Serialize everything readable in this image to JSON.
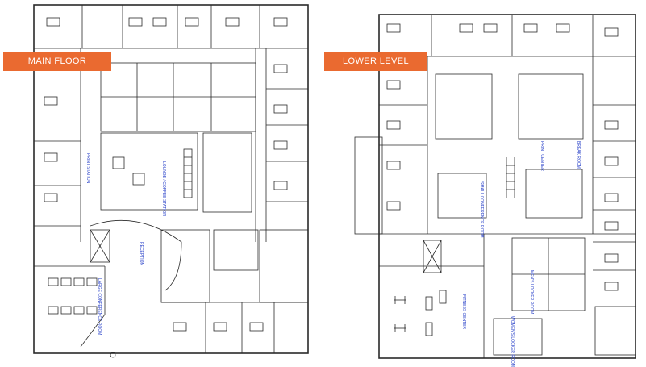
{
  "headings": {
    "main_floor": "MAIN FLOOR",
    "lower_level": "LOWER LEVEL"
  },
  "room_labels": {
    "main_floor": [
      "PRINT STATION",
      "LOUNGE / COFFEE STATION",
      "RECEPTION",
      "LARGE CONFERENCE ROOM"
    ],
    "lower_level": [
      "PRINT CENTER",
      "BREAK ROOM",
      "SMALL CONFERENCE ROOM",
      "FITNESS CENTER",
      "MEN'S LOCKER ROOM",
      "WOMEN'S LOCKER ROOM"
    ]
  },
  "colors": {
    "accent": "#ea6a30",
    "wall": "#2a2a2a",
    "label": "#2b43c9",
    "background": "#ffffff"
  }
}
